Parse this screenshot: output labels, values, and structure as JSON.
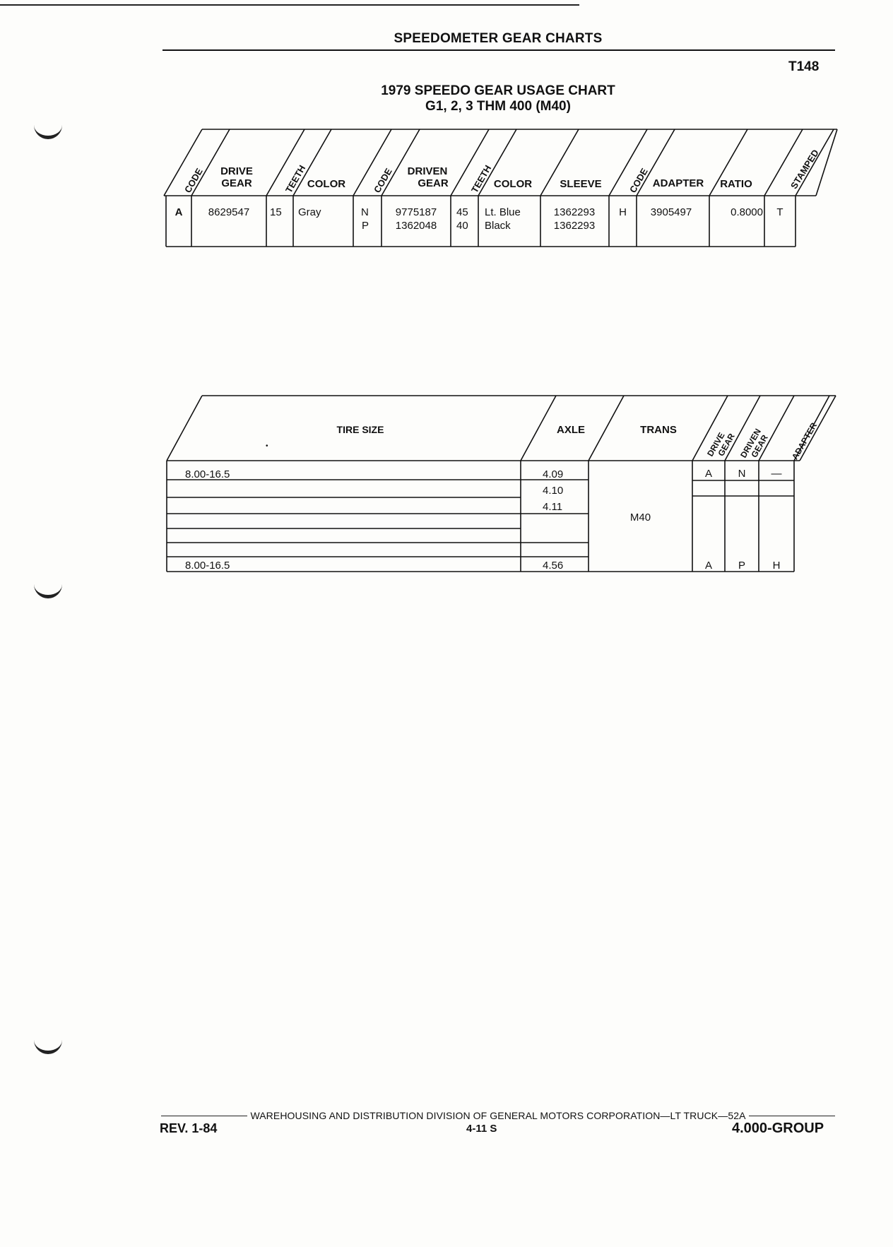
{
  "page": {
    "section_title": "SPEEDOMETER GEAR CHARTS",
    "page_code": "T148",
    "chart_title_1": "1979 SPEEDO GEAR USAGE CHART",
    "chart_title_2": "G1, 2, 3  THM 400 (M40)"
  },
  "gear_table": {
    "headers": {
      "code1": "CODE",
      "drive_gear_1": "DRIVE",
      "drive_gear_2": "GEAR",
      "teeth1": "TEETH",
      "color1": "COLOR",
      "code2": "CODE",
      "driven_gear_1": "DRIVEN",
      "driven_gear_2": "GEAR",
      "teeth2": "TEETH",
      "color2": "COLOR",
      "sleeve": "SLEEVE",
      "code3": "CODE",
      "adapter": "ADAPTER",
      "ratio": "RATIO",
      "stamped": "STAMPED"
    },
    "row": {
      "code1": "A",
      "drive_gear": "8629547",
      "teeth1": "15",
      "color1": "Gray",
      "code2_a": "N",
      "code2_b": "P",
      "driven_gear_a": "9775187",
      "driven_gear_b": "1362048",
      "teeth2_a": "45",
      "teeth2_b": "40",
      "color2_a": "Lt. Blue",
      "color2_b": "Black",
      "sleeve_a": "1362293",
      "sleeve_b": "1362293",
      "code3": "H",
      "adapter": "3905497",
      "ratio": "0.8000",
      "stamped": "T"
    }
  },
  "tire_table": {
    "headers": {
      "tire_size": "TIRE SIZE",
      "axle": "AXLE",
      "trans": "TRANS",
      "drive_gear_1": "DRIVE",
      "drive_gear_2": "GEAR",
      "driven_gear_1": "DRIVEN",
      "driven_gear_2": "GEAR",
      "adapter": "ADAPTER"
    },
    "rows": [
      {
        "tire": "8.00-16.5",
        "axle": "4.09",
        "drive": "A",
        "driven": "N",
        "adapter": "—"
      },
      {
        "tire": "",
        "axle": "4.10",
        "drive": "",
        "driven": "",
        "adapter": ""
      },
      {
        "tire": "",
        "axle": "4.11",
        "drive": "",
        "driven": "",
        "adapter": ""
      },
      {
        "tire": "",
        "axle": "",
        "drive": "",
        "driven": "",
        "adapter": ""
      },
      {
        "tire": "",
        "axle": "",
        "drive": "",
        "driven": "",
        "adapter": ""
      },
      {
        "tire": "",
        "axle": "",
        "drive": "",
        "driven": "",
        "adapter": ""
      },
      {
        "tire": "8.00-16.5",
        "axle": "4.56",
        "drive": "A",
        "driven": "P",
        "adapter": "H"
      }
    ],
    "trans_value": "M40"
  },
  "footer": {
    "line": "WAREHOUSING AND DISTRIBUTION  DIVISION OF GENERAL MOTORS CORPORATION—LT TRUCK—52A",
    "rev": "REV. 1-84",
    "page_num": "4-11  S",
    "group": "4.000-GROUP"
  }
}
